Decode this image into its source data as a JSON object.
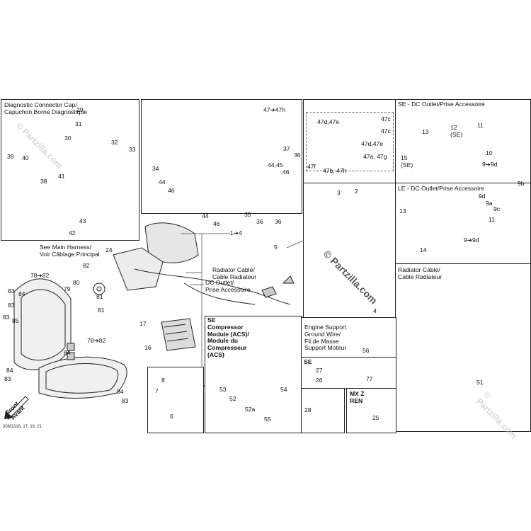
{
  "panels": {
    "diagnostic": {
      "title": "Diagnostic Connector Cap/\nCapuchon Borne Diagnostique"
    },
    "see_main": {
      "title": "See Main Harness/\nVoir Câblage Principal"
    },
    "se_dc": {
      "title": "SE  -  DC Outlet/Prise Accessoire"
    },
    "le_dc": {
      "title": "LE  -  DC Outlet/Prise Accessoire"
    },
    "radiator_right": {
      "title": "Radiator Cable/\nCable Radiateur"
    },
    "radiator_center": {
      "title": "Radiator Cable/\nCable Radiateur"
    },
    "dc_outlet_center": {
      "title": "DC Outlet/\nPrise Accessoire"
    },
    "se_compressor": {
      "title": "SE\nCompressor\nModule (ACS)/\nModule du\nCompresseur\n(ACS)"
    },
    "engine_support": {
      "title": "Engine Support\nGround Wire/\nFil de Masse\nSupport Moteur"
    },
    "se_small": {
      "title": "SE"
    },
    "mxz": {
      "title": "MX Z\nREN"
    }
  },
  "callouts": {
    "c29": "29",
    "c31": "31",
    "c30": "30",
    "c32": "32",
    "c33": "33",
    "c39": "39",
    "c40": "40",
    "c38": "38",
    "c41": "41",
    "c43": "43",
    "c42": "42",
    "c47h": "47➔47h",
    "c34": "34",
    "c44a": "44",
    "c46a": "46",
    "c37": "37",
    "c36a": "36",
    "c4445": "44,45",
    "c46b": "46",
    "c44b": "44",
    "c46c": "46",
    "c35": "35",
    "c36b": "36",
    "c36c": "36",
    "c47de": "47d,47e",
    "c47c1": "47c",
    "c47c2": "47c",
    "c47de2": "47d,47e",
    "c47ag": "47a, 47g",
    "c47f": "47f",
    "c47bh": "47b, 47h",
    "c13a": "13",
    "c12": "12\n(SE)",
    "c11a": "11",
    "c15": "15\n(SE)",
    "c10": "10",
    "c99da": "9➔9d",
    "c9b": "9b",
    "c9d": "9d",
    "c9a": "9a",
    "c9c": "9c",
    "c13b": "13",
    "c11b": "11",
    "c14": "14",
    "c99db": "9➔9d",
    "c3": "3",
    "c2": "2",
    "c14a": "1➔4",
    "c5": "5",
    "c4": "4",
    "c24": "24",
    "c7882a": "78➔82",
    "c82": "82",
    "c80": "80",
    "c79": "79",
    "c81a": "81",
    "c81b": "81",
    "c83a": "83",
    "c84a": "84",
    "c83b": "83",
    "c83c": "83",
    "c85": "85",
    "c84b": "84",
    "c7882b": "78➔82",
    "c84c": "84",
    "c83d": "83",
    "c84d": "84",
    "c83e": "83",
    "c17": "17",
    "c16": "16",
    "c8": "8",
    "c7": "7",
    "c6": "6",
    "c53": "53",
    "c52": "52",
    "c54": "54",
    "c52a": "52a",
    "c55": "55",
    "c56": "56",
    "c27": "27",
    "c26": "26",
    "c77": "77",
    "c28": "28",
    "c25": "25",
    "c51": "51"
  },
  "footer": {
    "code": "30M1316, 17, 18, 21"
  },
  "front_label": "Front\nAvant",
  "watermark": "© Partzilla.com",
  "colors": {
    "line": "#222222",
    "panel_border": "#222222",
    "shade": "#dddddd"
  }
}
